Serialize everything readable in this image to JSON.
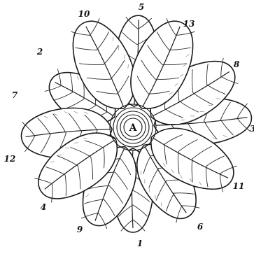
{
  "diagram": {
    "center_label": "A",
    "leaves": [
      {
        "label": "1"
      },
      {
        "label": "2"
      },
      {
        "label": "3"
      },
      {
        "label": "4"
      },
      {
        "label": "5"
      },
      {
        "label": "6"
      },
      {
        "label": "7"
      },
      {
        "label": "8"
      },
      {
        "label": "9"
      },
      {
        "label": "10"
      },
      {
        "label": "11"
      },
      {
        "label": "12"
      },
      {
        "label": "13"
      }
    ]
  }
}
